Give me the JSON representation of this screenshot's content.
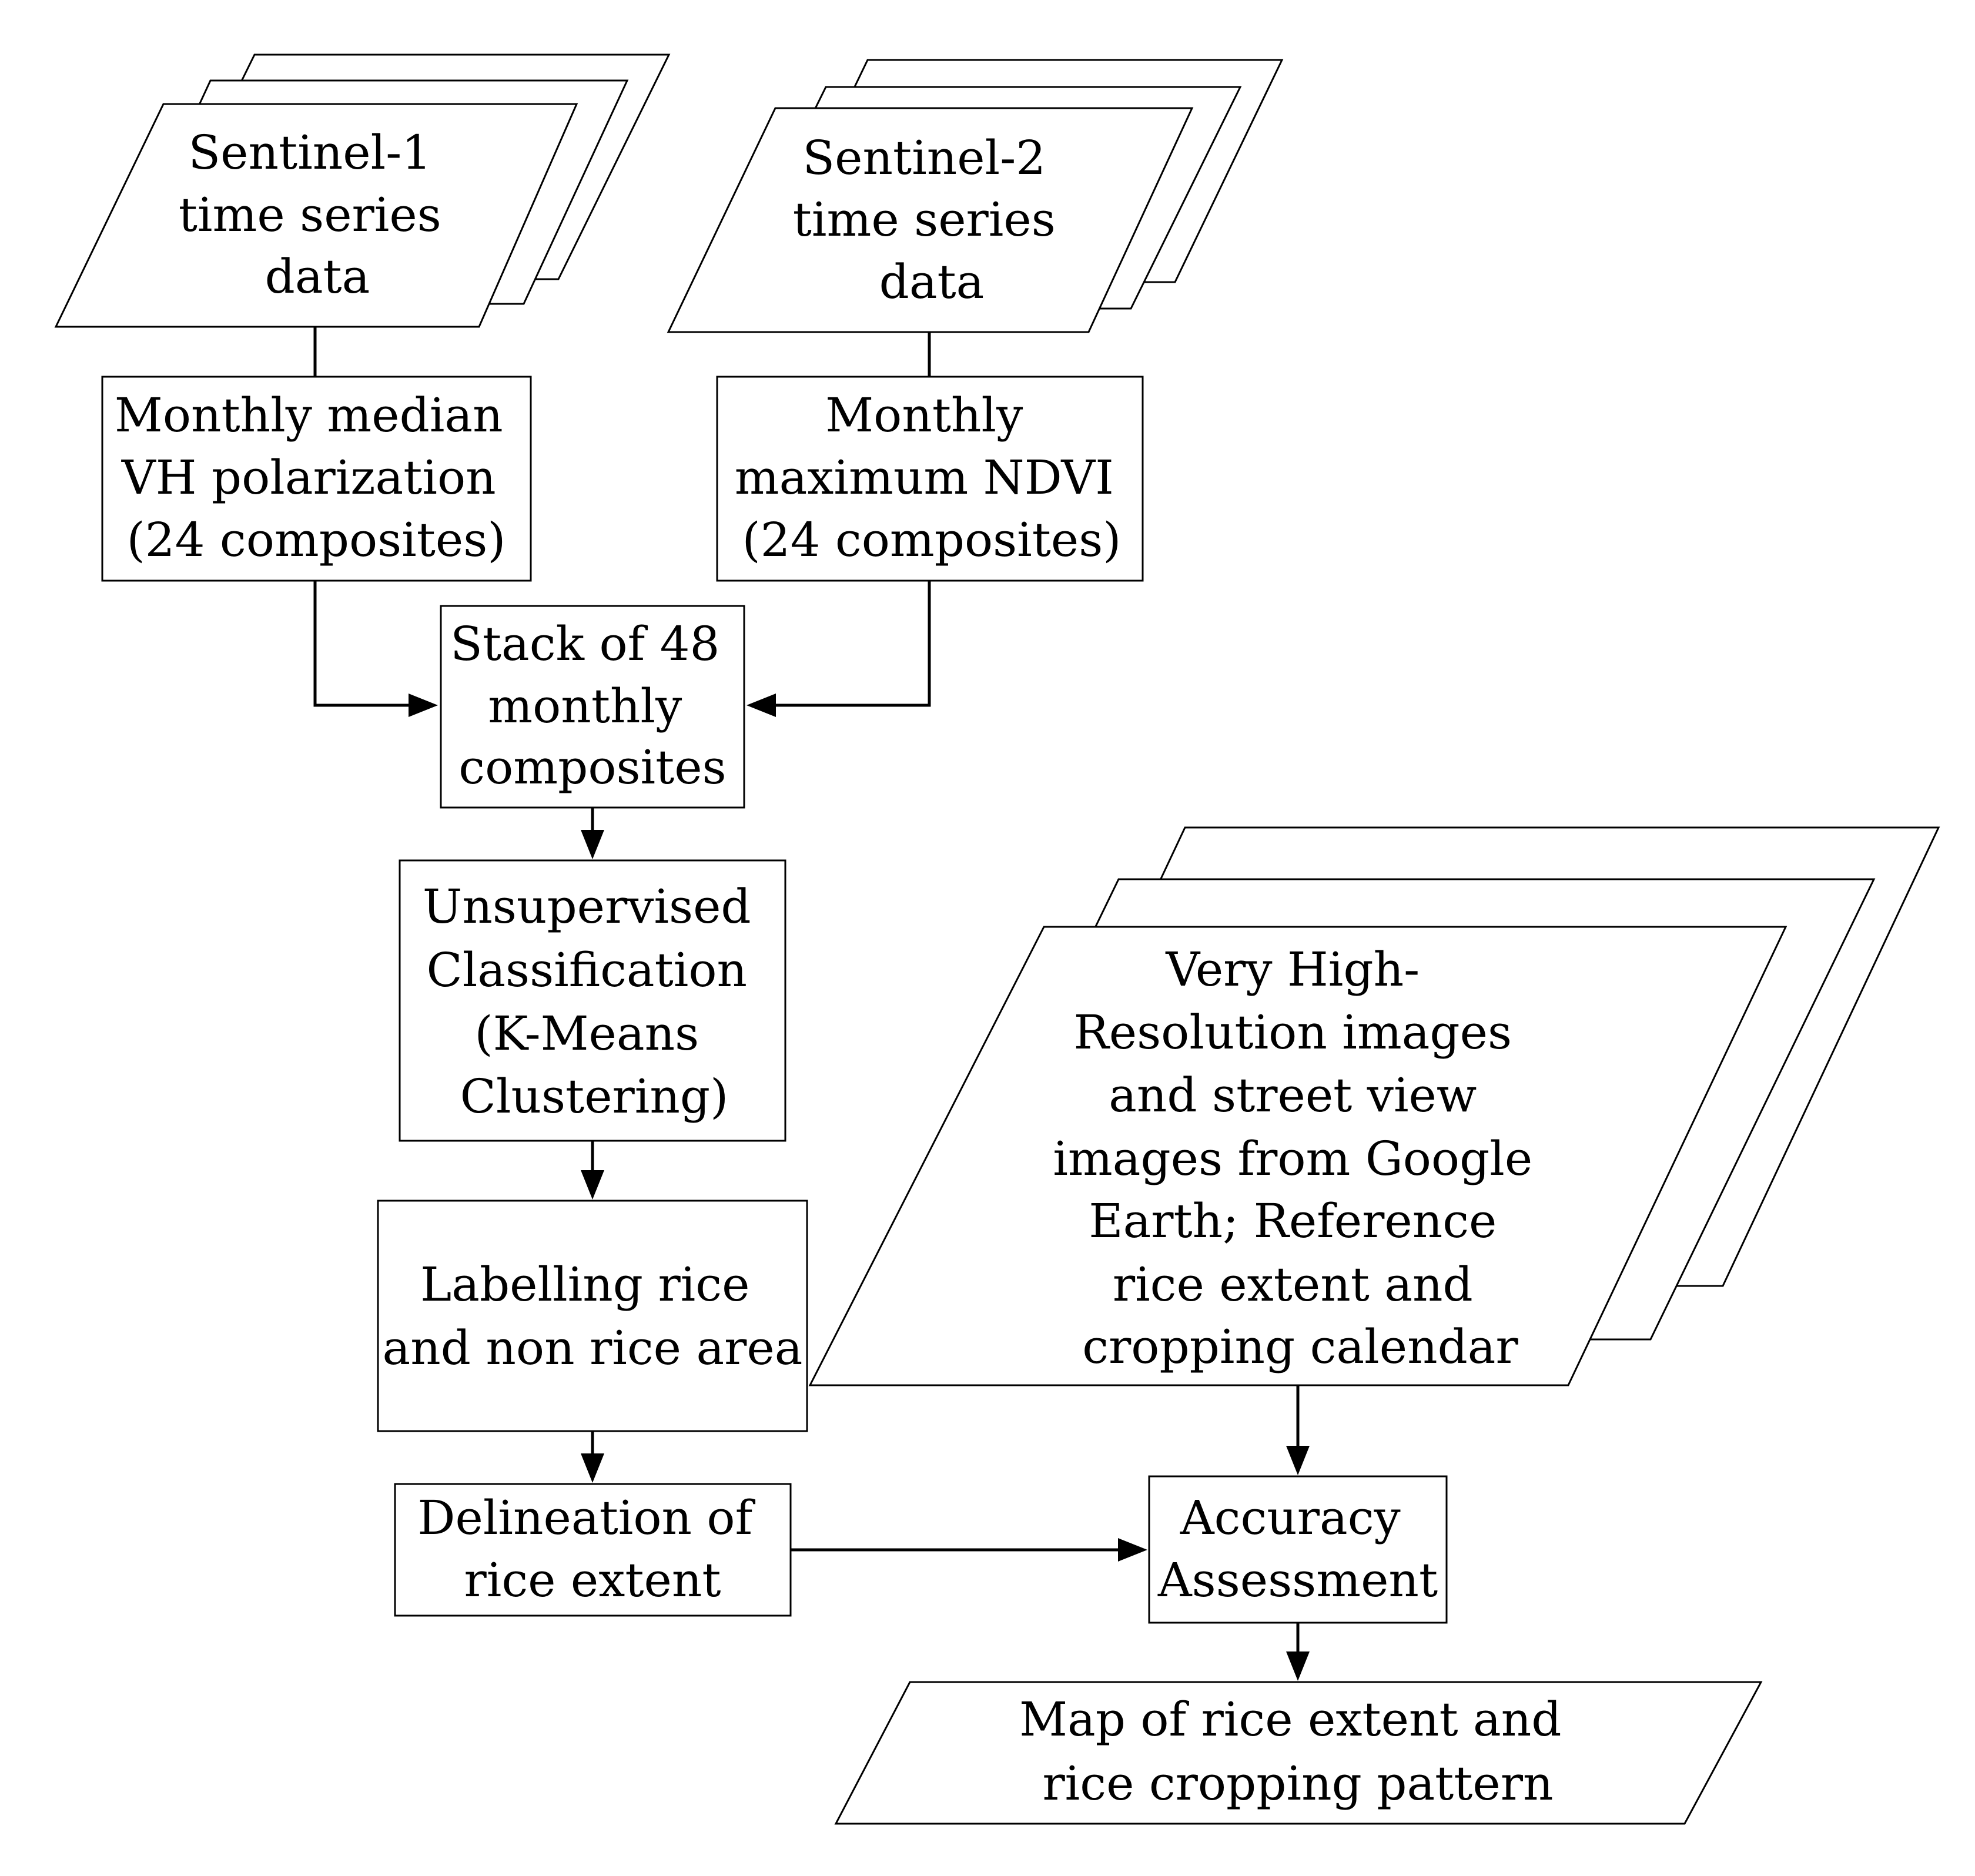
{
  "nodes": {
    "sentinel1": {
      "lines": [
        "Sentinel-1",
        "time series",
        "data"
      ]
    },
    "sentinel2": {
      "lines": [
        "Sentinel-2",
        "time series",
        "data"
      ]
    },
    "vh": {
      "lines": [
        "Monthly median",
        "VH polarization",
        "(24 composites)"
      ]
    },
    "ndvi": {
      "lines": [
        "Monthly",
        "maximum NDVI",
        "(24 composites)"
      ]
    },
    "stack": {
      "lines": [
        "Stack of 48",
        "monthly",
        "composites"
      ]
    },
    "kmeans": {
      "lines": [
        "Unsupervised",
        "Classification",
        "(K-Means",
        "Clustering)"
      ]
    },
    "labelling": {
      "lines": [
        "Labelling rice",
        "and non rice area"
      ]
    },
    "delineation": {
      "lines": [
        "Delineation of",
        "rice extent"
      ]
    },
    "vhr": {
      "lines": [
        "Very High-",
        "Resolution images",
        "and street view",
        "images from Google",
        "Earth; Reference",
        "rice extent and",
        "cropping calendar"
      ]
    },
    "accuracy": {
      "lines": [
        "Accuracy",
        "Assessment"
      ]
    },
    "map": {
      "lines": [
        "Map of rice extent and",
        "rice cropping pattern"
      ]
    }
  },
  "edges": [
    {
      "from": "sentinel1",
      "to": "vh",
      "arrow": false
    },
    {
      "from": "sentinel2",
      "to": "ndvi",
      "arrow": false
    },
    {
      "from": "vh",
      "to": "stack",
      "arrow": true
    },
    {
      "from": "ndvi",
      "to": "stack",
      "arrow": true
    },
    {
      "from": "stack",
      "to": "kmeans",
      "arrow": true
    },
    {
      "from": "kmeans",
      "to": "labelling",
      "arrow": true
    },
    {
      "from": "labelling",
      "to": "delineation",
      "arrow": true
    },
    {
      "from": "delineation",
      "to": "accuracy",
      "arrow": true
    },
    {
      "from": "vhr",
      "to": "accuracy",
      "arrow": true
    },
    {
      "from": "accuracy",
      "to": "map",
      "arrow": true
    }
  ]
}
